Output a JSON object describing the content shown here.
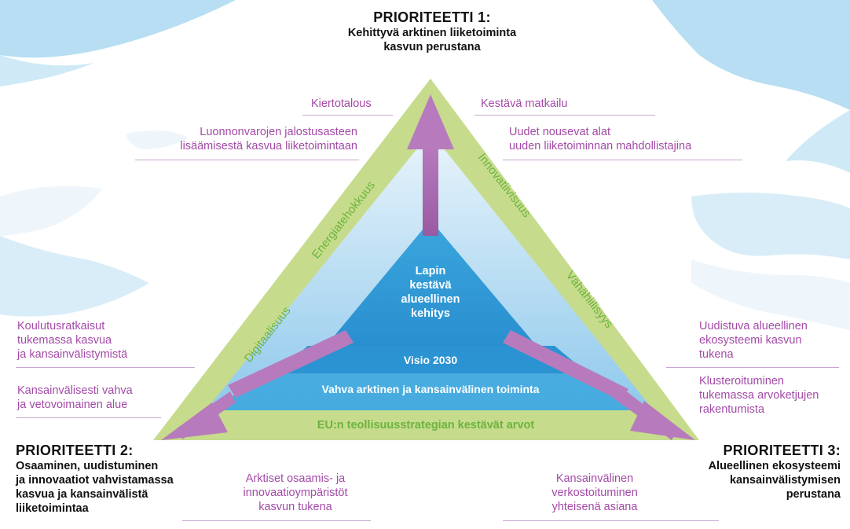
{
  "priorities": {
    "p1": {
      "title": "PRIORITEETTI 1:",
      "subtitle_lines": [
        "Kehittyvä arktinen liiketoiminta",
        "kasvun perustana"
      ]
    },
    "p2": {
      "title": "PRIORITEETTI 2:",
      "subtitle_lines": [
        "Osaaminen, uudistuminen",
        "ja innovaatiot vahvistamassa",
        "kasvua ja kansainvälistä",
        "liiketoimintaa"
      ]
    },
    "p3": {
      "title": "PRIORITEETTI 3:",
      "subtitle_lines": [
        "Alueellinen ekosysteemi",
        "kansainvälistymisen",
        "perustana"
      ]
    }
  },
  "labels": {
    "kiertotalous": [
      "Kiertotalous"
    ],
    "kestava_matkailu": [
      "Kestävä matkailu"
    ],
    "luonnonvarat": [
      "Luonnonvarojen jalostusasteen",
      "lisäämisestä kasvua liiketoimintaan"
    ],
    "uudet_alat": [
      "Uudet nousevat alat",
      "uuden liiketoiminnan mahdollistajina"
    ],
    "koulutus": [
      "Koulutusratkaisut",
      "tukemassa kasvua",
      "ja kansainvälistymistä"
    ],
    "kansainvalisesti": [
      "Kansainvälisesti vahva",
      "ja vetovoimainen alue"
    ],
    "uudistuva": [
      "Uudistuva alueellinen",
      "ekosysteemi kasvun",
      "tukena"
    ],
    "klusteroituminen": [
      "Klusteroituminen",
      "tukemassa arvoketjujen",
      "rakentumista"
    ],
    "arktiset": [
      "Arktiset osaamis- ja",
      "innovaatioympäristöt",
      "kasvun tukena"
    ],
    "verkostoituminen": [
      "Kansainvälinen",
      "verkostoituminen",
      "yhteisenä asiana"
    ]
  },
  "triangle": {
    "left_side": [
      "Digitaalisuus",
      "Energiatehokkuus"
    ],
    "right_side": [
      "Innovatiivisuus",
      "Vähähiilisyys"
    ],
    "bottom": "EU:n teollisuusstrategian kestävät arvot",
    "inner_band": "Vahva arktinen ja kansainvälinen toiminta",
    "visio": "Visio 2030",
    "center_lines": [
      "Lapin",
      "kestävä",
      "alueellinen",
      "kehitys"
    ]
  },
  "colors": {
    "sky": "#b7def2",
    "cloud": "#ffffff",
    "triangle_green": "#c6dc8c",
    "green_text": "#6db33f",
    "arrow_purple": "#b77bbd",
    "label_purple": "#a34aa7",
    "inner_blue": "#3aa6dd",
    "light_blue": "#d8ecf8"
  },
  "icons": [
    "arrow-up-icon",
    "arrow-down-left-icon",
    "arrow-down-right-icon"
  ]
}
